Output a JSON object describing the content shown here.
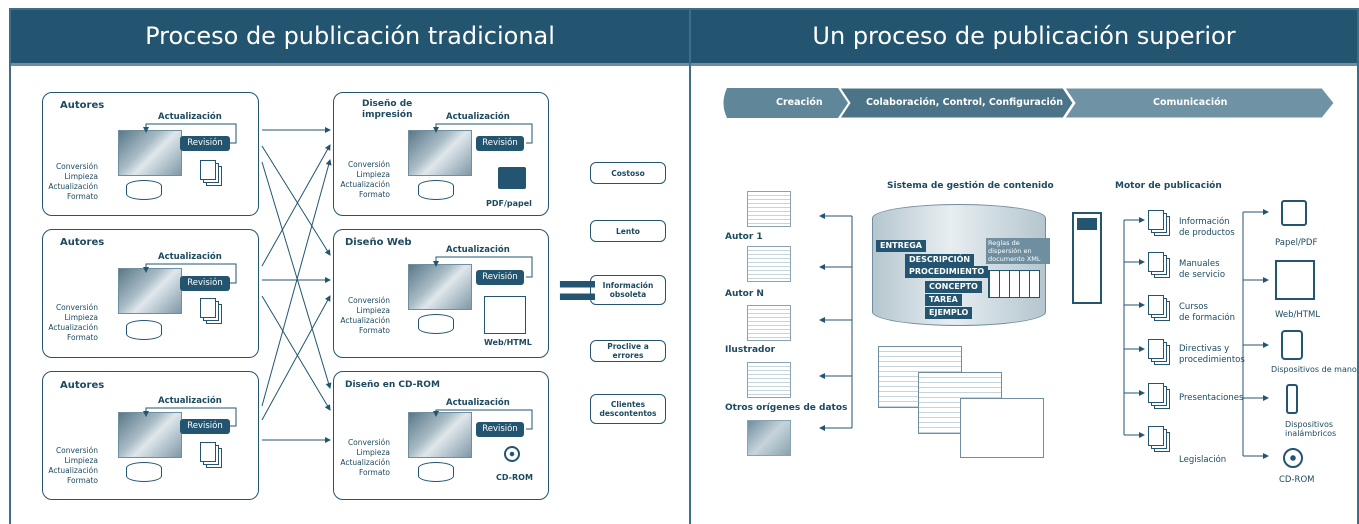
{
  "left": {
    "title": "Proceso de publicación tradicional",
    "sources": [
      {
        "label": "Autores",
        "update": "Actualización",
        "review": "Revisión",
        "steps": "Conversión\nLimpieza\nActualización\nFormato"
      },
      {
        "label": "Autores",
        "update": "Actualización",
        "review": "Revisión",
        "steps": "Conversión\nLimpieza\nActualización\nFormato"
      },
      {
        "label": "Autores",
        "update": "Actualización",
        "review": "Revisión",
        "steps": "Conversión\nLimpieza\nActualización\nFormato"
      }
    ],
    "designs": [
      {
        "label": "Diseño de\nimpresión",
        "update": "Actualización",
        "review": "Revisión",
        "steps": "Conversión\nLimpieza\nActualización\nFormato",
        "output": "PDF/papel"
      },
      {
        "label": "Diseño Web",
        "update": "Actualización",
        "review": "Revisión",
        "steps": "Conversión\nLimpieza\nActualización\nFormato",
        "output": "Web/HTML"
      },
      {
        "label": "Diseño en CD-ROM",
        "update": "Actualización",
        "review": "Revisión",
        "steps": "Conversión\nLimpieza\nActualización\nFormato",
        "output": "CD-ROM"
      }
    ],
    "results": [
      "Costoso",
      "Lento",
      "Información\nobsoleta",
      "Proclive a errores",
      "Clientes\ndescontentos"
    ]
  },
  "right": {
    "title": "Un proceso de publicación superior",
    "stages": [
      "Creación",
      "Colaboración, Control, Configuración",
      "Comunicación"
    ],
    "sources": [
      "Autor 1",
      "Autor N",
      "Ilustrador",
      "Otros orígenes de datos"
    ],
    "cms_title": "Sistema de gestión de contenido",
    "xml_note": "Reglas de\ndispersión en\ndocumento XML",
    "tree": [
      "ENTREGA",
      "DESCRIPCIÓN",
      "PROCEDIMIENTO",
      "CONCEPTO",
      "TAREA",
      "EJEMPLO"
    ],
    "engine_title": "Motor de publicación",
    "documents": [
      "Información\nde productos",
      "Manuales\nde servicio",
      "Cursos\nde formación",
      "Directivas y\nprocedimientos",
      "Presentaciones",
      "Legislación"
    ],
    "channels": [
      "Papel/PDF",
      "Web/HTML",
      "Dispositivos de mano",
      "Dispositivos\ninalámbricos",
      "CD-ROM"
    ]
  },
  "equals_sign": "="
}
